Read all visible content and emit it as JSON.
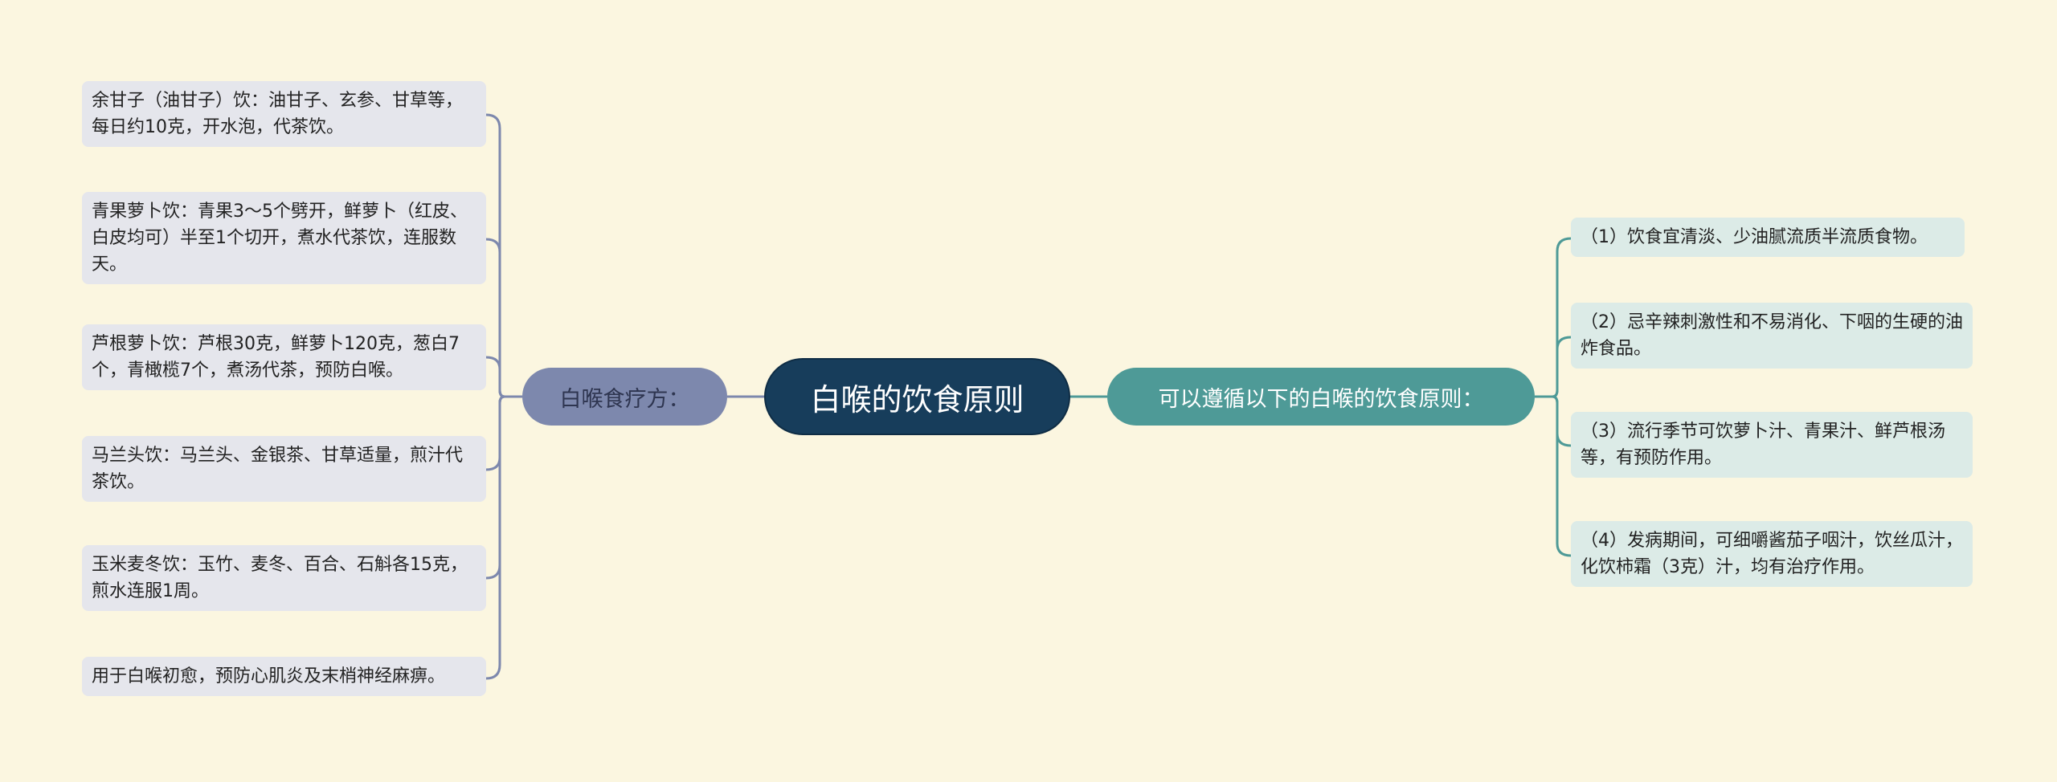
{
  "root": {
    "label": "白喉的饮食原则"
  },
  "left_branch": {
    "label": "白喉食疗方：",
    "color": "#7d88ad",
    "leaves": [
      "余甘子（油甘子）饮：油甘子、玄参、甘草等，每日约10克，开水泡，代茶饮。",
      "青果萝卜饮：青果3～5个劈开，鲜萝卜（红皮、白皮均可）半至1个切开，煮水代茶饮，连服数天。",
      "芦根萝卜饮：芦根30克，鲜萝卜120克，葱白7个，青橄榄7个，煮汤代茶，预防白喉。",
      "马兰头饮：马兰头、金银茶、甘草适量，煎汁代茶饮。",
      "玉米麦冬饮：玉竹、麦冬、百合、石斛各15克，煎水连服1周。",
      "用于白喉初愈，预防心肌炎及末梢神经麻痹。"
    ]
  },
  "right_branch": {
    "label": "可以遵循以下的白喉的饮食原则：",
    "color": "#4e9a97",
    "leaves": [
      "（1）饮食宜清淡、少油腻流质半流质食物。",
      "（2）忌辛辣刺激性和不易消化、下咽的生硬的油炸食品。",
      "（3）流行季节可饮萝卜汁、青果汁、鲜芦根汤等，有预防作用。",
      "（4）发病期间，可细嚼酱茄子咽汁，饮丝瓜汁，化饮柿霜（3克）汁，均有治疗作用。"
    ]
  },
  "colors": {
    "background": "#fbf6e0",
    "root": "#173d5b",
    "left_line": "#7d88ad",
    "right_line": "#4e9a97"
  }
}
